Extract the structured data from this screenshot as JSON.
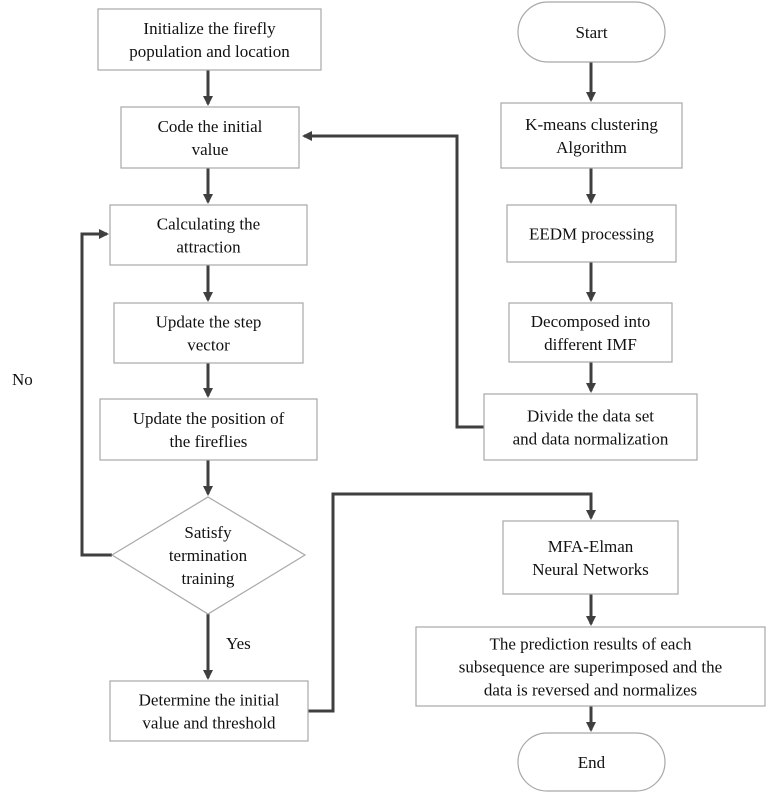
{
  "colors": {
    "box_stroke": "#a8a8a8",
    "arrow": "#3f3f3f",
    "text": "#111111",
    "background": "#ffffff"
  },
  "nodes": {
    "init_population": [
      "Initialize the firefly",
      "population and location"
    ],
    "code_initial": [
      "Code the initial",
      "value"
    ],
    "calc_attraction": [
      "Calculating the",
      "attraction"
    ],
    "update_step": [
      "Update the step",
      "vector"
    ],
    "update_position": [
      "Update the position of",
      "the fireflies"
    ],
    "termination": [
      "Satisfy",
      "termination",
      "training"
    ],
    "determine_initial": [
      "Determine the initial",
      "value and threshold"
    ],
    "start": [
      "Start"
    ],
    "kmeans": [
      "K-means clustering",
      "Algorithm"
    ],
    "eedm": [
      "EEDM processing"
    ],
    "decomposed": [
      "Decomposed into",
      "different IMF"
    ],
    "divide": [
      "Divide the data set",
      "and data normalization"
    ],
    "mfa_elman": [
      "MFA-Elman",
      "Neural Networks"
    ],
    "prediction": [
      "The prediction results of each",
      "subsequence are superimposed and the",
      "data is reversed and normalizes"
    ],
    "end": [
      "End"
    ]
  },
  "labels": {
    "no": "No",
    "yes": "Yes"
  }
}
